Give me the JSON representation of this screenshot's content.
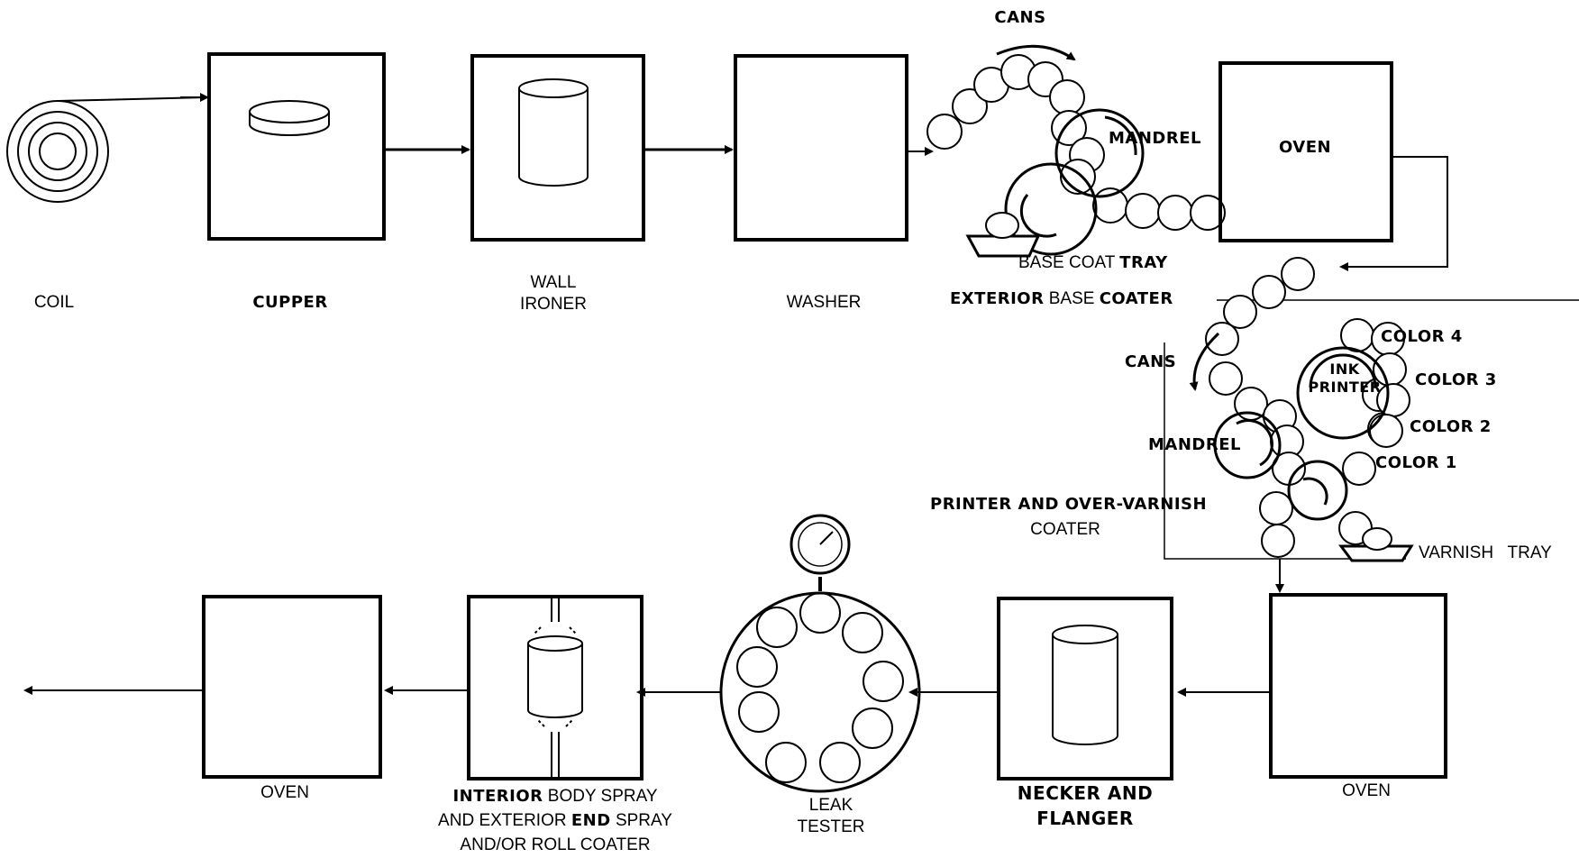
{
  "stations": {
    "coil": "COIL",
    "cupper": "CUPPER",
    "wall_ironer": [
      "WALL",
      "IRONER"
    ],
    "washer": "WASHER",
    "oven_top": "OVEN",
    "oven_mid": "OVEN",
    "oven_final": "OVEN",
    "necker_flanger": [
      "NECKER AND",
      "FLANGER"
    ],
    "leak_tester": [
      "LEAK",
      "TESTER"
    ],
    "interior_spray": {
      "line1_bold": "INTERIOR",
      "line1_rest": " BODY SPRAY",
      "line2_a": "AND EXTERIOR ",
      "line2_bold": "END",
      "line2_b": " SPRAY",
      "line3": "AND/OR ROLL COATER"
    }
  },
  "base_coater": {
    "cans": "CANS",
    "mandrel": "MANDREL",
    "tray_a": "BASE COAT ",
    "tray_b": "TRAY",
    "title_a": "EXTERIOR",
    "title_b": " BASE ",
    "title_c": "COATER"
  },
  "printer": {
    "cans": "CANS",
    "mandrel": "MANDREL",
    "ink_printer": [
      "INK",
      "PRINTER"
    ],
    "colors": [
      "COLOR 4",
      "COLOR 3",
      "COLOR 2",
      "COLOR 1"
    ],
    "title": "PRINTER AND OVER-VARNISH",
    "subtitle": "COATER",
    "varnish_tray": "VARNISH   TRAY"
  }
}
